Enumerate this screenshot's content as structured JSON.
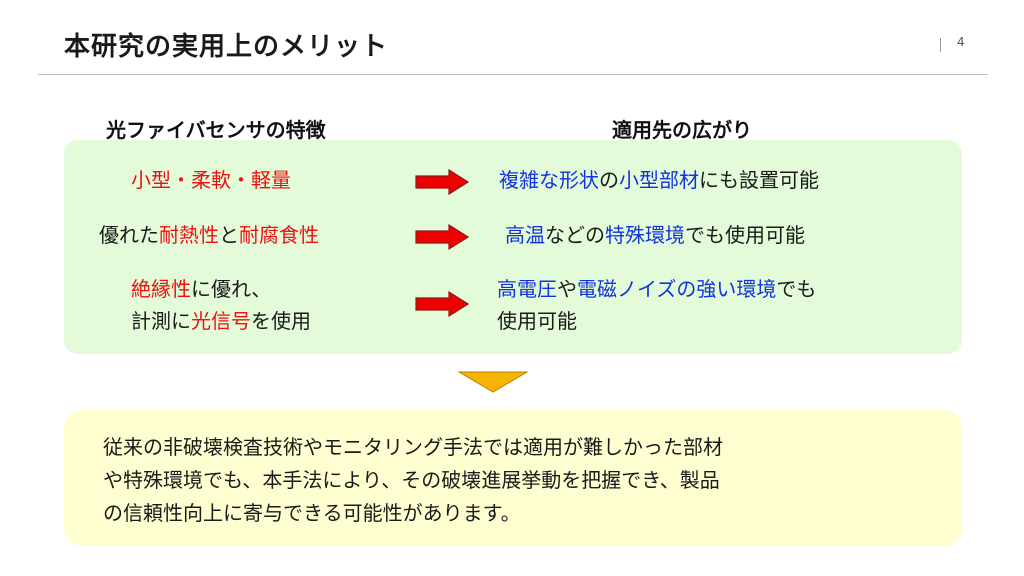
{
  "slide": {
    "title": "本研究の実用上のメリット",
    "page_number": "4"
  },
  "columns": {
    "left_header": "光ファイバセンサの特徴",
    "right_header": "適用先の広がり"
  },
  "rows": [
    {
      "left": [
        {
          "text": "小型",
          "color": "red"
        },
        {
          "text": "・",
          "color": "red"
        },
        {
          "text": "柔軟",
          "color": "red"
        },
        {
          "text": "・",
          "color": "red"
        },
        {
          "text": "軽量",
          "color": "red"
        }
      ],
      "right": [
        {
          "text": "複雑な形状",
          "color": "blue"
        },
        {
          "text": "の",
          "color": "black"
        },
        {
          "text": "小型部材",
          "color": "blue"
        },
        {
          "text": "にも設置可能",
          "color": "black"
        }
      ]
    },
    {
      "left": [
        {
          "text": "優れた",
          "color": "black"
        },
        {
          "text": "耐熱性",
          "color": "red"
        },
        {
          "text": "と",
          "color": "black"
        },
        {
          "text": "耐腐食性",
          "color": "red"
        }
      ],
      "right": [
        {
          "text": "高温",
          "color": "blue"
        },
        {
          "text": "などの",
          "color": "black"
        },
        {
          "text": "特殊環境",
          "color": "blue"
        },
        {
          "text": "でも使用可能",
          "color": "black"
        }
      ]
    },
    {
      "left": [
        {
          "text": "絶縁性",
          "color": "red"
        },
        {
          "text": "に優れ、",
          "color": "black"
        },
        {
          "text": "計測に",
          "color": "black"
        },
        {
          "text": "光信号",
          "color": "red"
        },
        {
          "text": "を使用",
          "color": "black"
        }
      ],
      "right": [
        {
          "text": "高電圧",
          "color": "blue"
        },
        {
          "text": "や",
          "color": "black"
        },
        {
          "text": "電磁ノイズの強い環境",
          "color": "blue"
        },
        {
          "text": "でも",
          "color": "black"
        },
        {
          "text": "使用可能",
          "color": "black"
        }
      ]
    }
  ],
  "conclusion": {
    "lines": [
      "従来の非破壊検査技術やモニタリング手法では適用が難しかった部材",
      "や特殊環境でも、本手法により、その破壊進展挙動を把握でき、製品",
      "の信頼性向上に寄与できる可能性があります。"
    ]
  },
  "colors": {
    "highlight_red": "#ee1111",
    "highlight_blue": "#1133dd",
    "arrow_fill": "#ee0000",
    "arrow_border": "#8a1a1a",
    "green_panel": "#e3fbd9",
    "yellow_panel": "#fefed0",
    "down_arrow_fill": "#f5b400"
  }
}
